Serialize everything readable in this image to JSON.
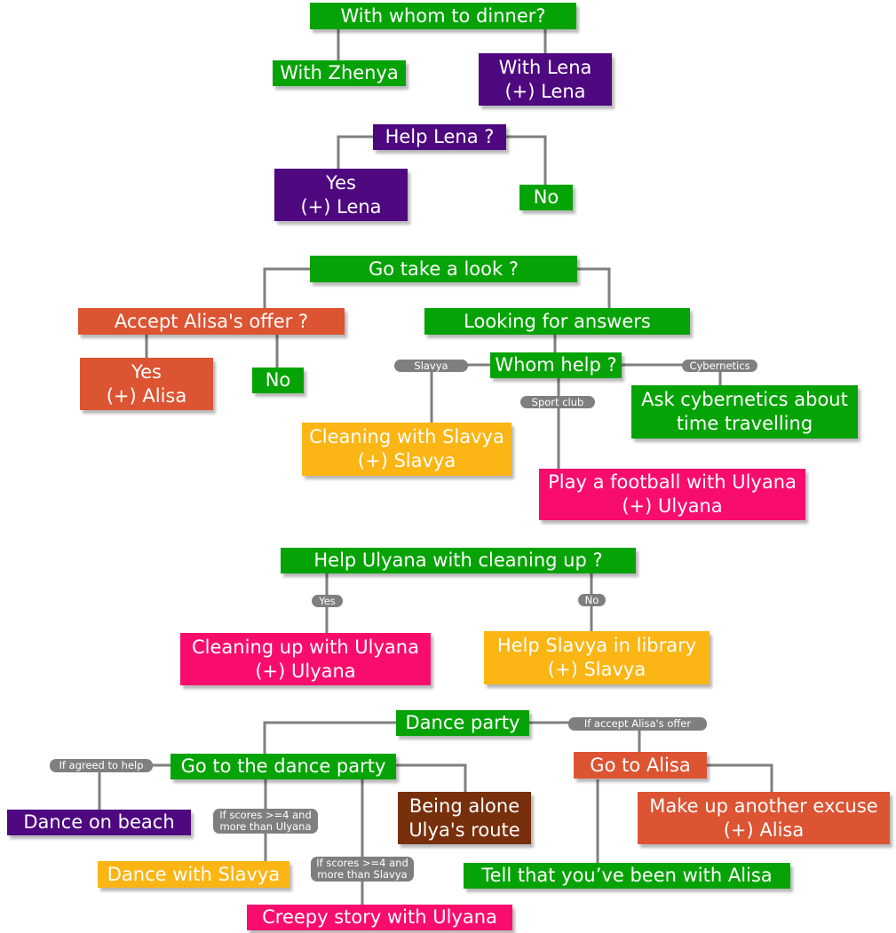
{
  "nodes": {
    "dinner": {
      "text": "With whom to dinner?"
    },
    "with_zhenya": {
      "text": "With Zhenya"
    },
    "with_lena": {
      "line1": "With Lena",
      "line2": "(+) Lena"
    },
    "help_lena": {
      "text": "Help Lena ?"
    },
    "help_lena_yes": {
      "line1": "Yes",
      "line2": "(+) Lena"
    },
    "help_lena_no": {
      "text": "No"
    },
    "go_take_look": {
      "text": "Go take a look ?"
    },
    "accept_alisa_offer": {
      "text": "Accept Alisa's offer ?"
    },
    "alisa_yes": {
      "line1": "Yes",
      "line2": "(+) Alisa"
    },
    "alisa_no": {
      "text": "No"
    },
    "looking_answers": {
      "text": "Looking for answers"
    },
    "whom_help": {
      "text": "Whom help ?"
    },
    "cleaning_slavya": {
      "line1": "Cleaning with Slavya",
      "line2": "(+) Slavya"
    },
    "ask_cybernetics": {
      "line1": "Ask cybernetics about",
      "line2": "time travelling"
    },
    "football_ulyana": {
      "line1": "Play a football with Ulyana",
      "line2": "(+) Ulyana"
    },
    "help_ulyana_cleaning": {
      "text": "Help Ulyana with cleaning up ?"
    },
    "cleaning_ulyana": {
      "line1": "Cleaning up with Ulyana",
      "line2": "(+) Ulyana"
    },
    "help_slavya_library": {
      "line1": "Help Slavya in library",
      "line2": "(+) Slavya"
    },
    "dance_party": {
      "text": "Dance party"
    },
    "go_dance_party": {
      "text": "Go to the dance party"
    },
    "go_to_alisa": {
      "text": "Go to Alisa"
    },
    "dance_beach": {
      "text": "Dance on beach"
    },
    "being_alone": {
      "line1": "Being alone",
      "line2": "Ulya's route"
    },
    "make_up_excuse": {
      "line1": "Make up another excuse",
      "line2": "(+) Alisa"
    },
    "dance_slavya": {
      "text": "Dance with Slavya"
    },
    "tell_been_alisa": {
      "text": "Tell that you’ve been with Alisa"
    },
    "creepy_story": {
      "text": "Creepy story with Ulyana"
    }
  },
  "labels": {
    "slavya": "Slavya",
    "sport_club": "Sport club",
    "cybernetics": "Cybernetics",
    "yes": "Yes",
    "no": "No",
    "if_accept_alisa": "If accept Alisa's offer",
    "if_agreed": "If agreed to help",
    "if_scores_ulyana_1": "If scores >=4 and",
    "if_scores_ulyana_2": "more than Ulyana",
    "if_scores_slavya_1": "If scores >=4 and",
    "if_scores_slavya_2": "more than Slavya"
  },
  "colors": {
    "green": "#06a306",
    "purple": "#4e0880",
    "orange": "#dc5432",
    "yellow": "#fbb514",
    "pink": "#f80d6d",
    "brown": "#782f0b",
    "connector": "#7f7f7f"
  }
}
